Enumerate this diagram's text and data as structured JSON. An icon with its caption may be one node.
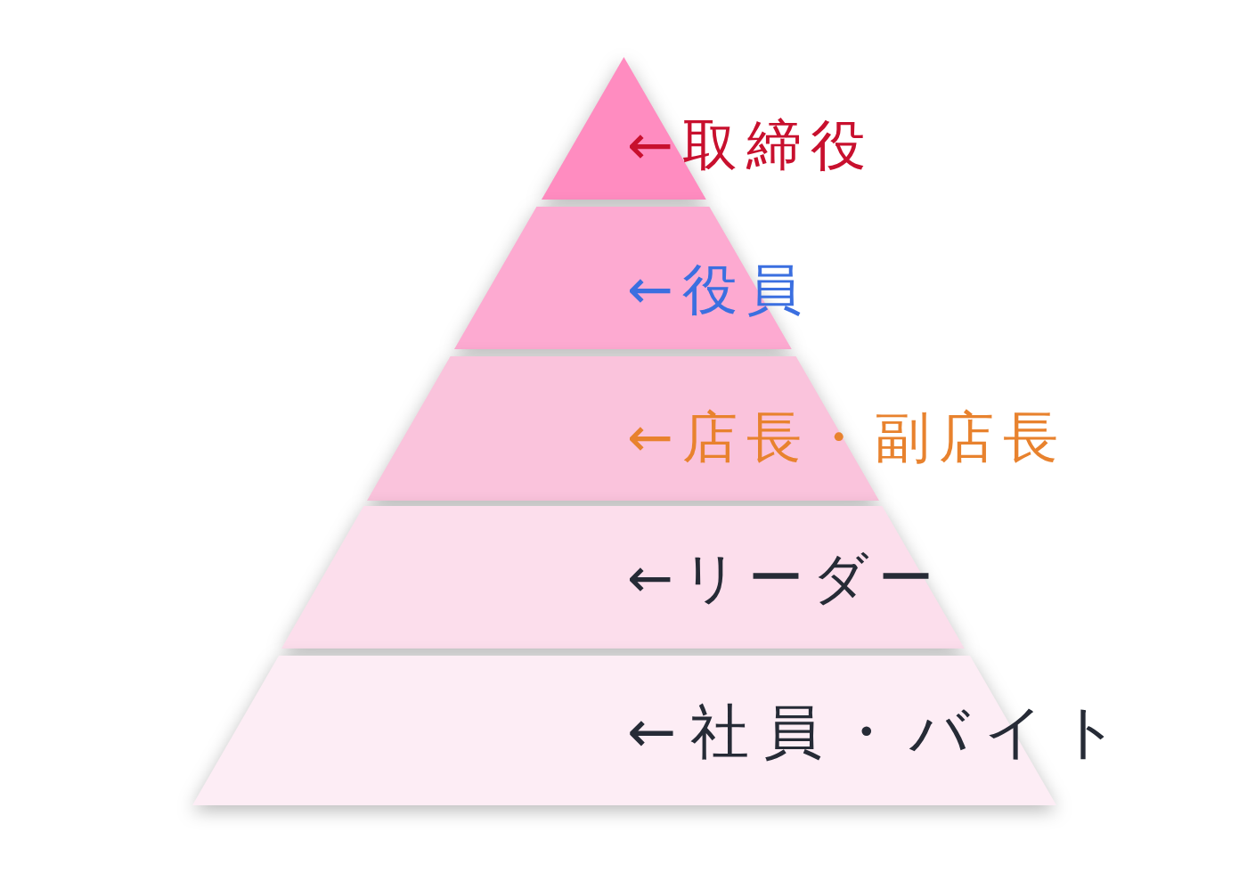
{
  "diagram": {
    "nodes": [
      {
        "text": [
          "←取締役"
        ]
      },
      {
        "text": [
          "←役員"
        ]
      },
      {
        "text": [
          "←店長・副店長"
        ]
      },
      {
        "text": [
          "←リーダー"
        ]
      },
      {
        "text": [
          "←社員・バイト"
        ]
      }
    ]
  }
}
